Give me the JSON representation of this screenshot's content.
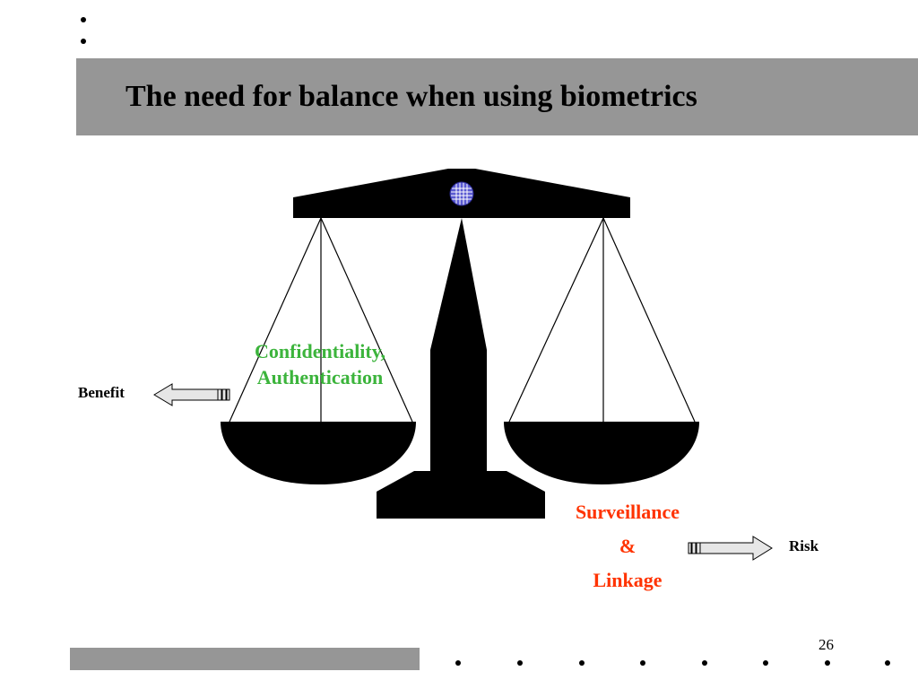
{
  "slide": {
    "title": "The need for balance when using biometrics",
    "page_number": "26"
  },
  "left_pan": {
    "label_line1": "Confidentiality,",
    "label_line2": "Authentication",
    "arrow_label": "Benefit"
  },
  "right_pan": {
    "label_line1": "Surveillance",
    "label_line2": "&",
    "label_line3": "Linkage",
    "arrow_label": "Risk"
  },
  "colors": {
    "title_bar": "#969696",
    "left_label": "#3cb43c",
    "right_label": "#ff3300",
    "scale": "#000000",
    "pivot_globe": "#5a5ad2"
  }
}
